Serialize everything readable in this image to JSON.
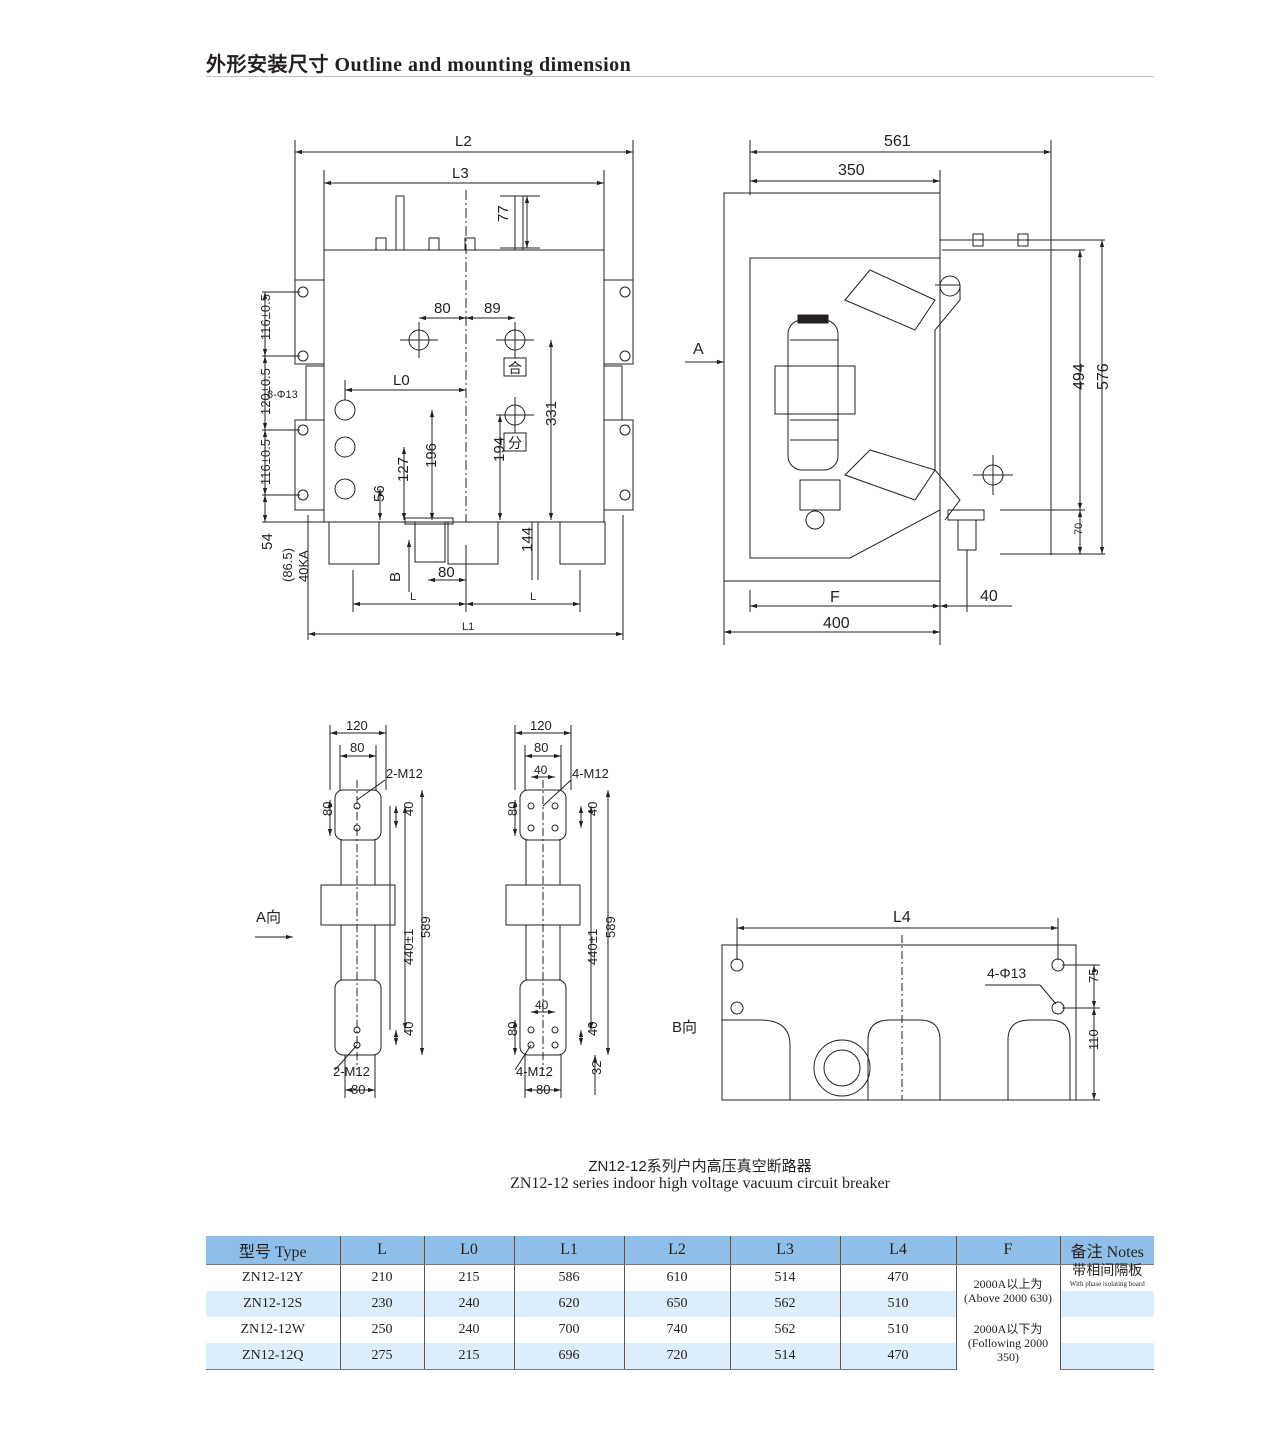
{
  "header": {
    "title": "外形安装尺寸  Outline and mounting dimension"
  },
  "caption": {
    "cn": "ZN12-12系列户内高压真空断路器",
    "en": "ZN12-12 series indoor high voltage vacuum circuit breaker"
  },
  "drawing_labels": {
    "front": {
      "L2": "L2",
      "L3": "L3",
      "L0": "L0",
      "L1": "L1",
      "L": "L",
      "d77": "77",
      "d80": "80",
      "d89": "89",
      "d196": "196",
      "d127": "127",
      "d56": "56",
      "d194": "194",
      "d331": "331",
      "d144": "144",
      "d80b": "80",
      "t116a": "116±0.5",
      "t120": "120±0.5",
      "t116b": "116±0.5",
      "holes": "8-Φ13",
      "d54": "54",
      "d865": "(86.5)",
      "ka": "40KA",
      "close": "合",
      "open": "分",
      "B": "B"
    },
    "side": {
      "d561": "561",
      "d350": "350",
      "d494": "494",
      "d576": "576",
      "d70": "70",
      "F": "F",
      "d40": "40",
      "d400": "400",
      "A": "A"
    },
    "viewA1": {
      "d120": "120",
      "d80a": "80",
      "m12a": "2-M12",
      "d80s": "80",
      "d40a": "40",
      "d440": "440±1",
      "d589": "589",
      "d40b": "40",
      "m12b": "2-M12",
      "d80c": "80",
      "dir": "A向"
    },
    "viewA2": {
      "d120": "120",
      "d80a": "80",
      "d40t": "40",
      "m12a": "4-M12",
      "d80s": "80",
      "d40a": "40",
      "d589": "589",
      "d440": "440±1",
      "d40m": "40",
      "d80l": "80",
      "d40b": "40",
      "m12b": "4-M12",
      "d80c": "80",
      "d32": "32"
    },
    "viewB": {
      "L4": "L4",
      "holes": "4-Φ13",
      "d75": "75",
      "d110": "110",
      "dir": "B向"
    }
  },
  "table": {
    "headers": [
      "型号 Type",
      "L",
      "L0",
      "L1",
      "L2",
      "L3",
      "L4",
      "F",
      "备注 Notes"
    ],
    "rows": [
      [
        "ZN12-12Y",
        "210",
        "215",
        "586",
        "610",
        "514",
        "470"
      ],
      [
        "ZN12-12S",
        "230",
        "240",
        "620",
        "650",
        "562",
        "510"
      ],
      [
        "ZN12-12W",
        "250",
        "240",
        "700",
        "740",
        "562",
        "510"
      ],
      [
        "ZN12-12Q",
        "275",
        "215",
        "696",
        "720",
        "514",
        "470"
      ]
    ],
    "f_top": "2000A以上为(Above 2000 630)",
    "f_bottom": "2000A以下为(Following 2000 350)",
    "notes_cn": "带相间隔板",
    "notes_en": "With phase isolating board"
  }
}
